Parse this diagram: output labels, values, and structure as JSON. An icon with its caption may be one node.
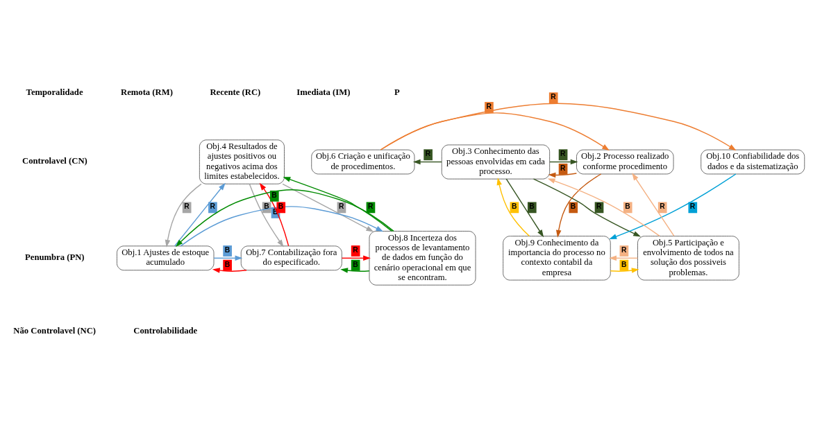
{
  "diagram": {
    "nodes": [
      {
        "text": [
          "Obj.4 Resultados de ajustes positivos ou negativos acima dos limites estabelecidos."
        ]
      },
      {
        "text": [
          "Obj.3 Conhecimento das pessoas envolvidas em cada processo."
        ]
      },
      {
        "text": [
          "Obj.2 Processo realizado conforme procedimento"
        ]
      },
      {
        "text": [
          "Obj.6 Criação e unificação de procedimentos."
        ]
      },
      {
        "text": [
          "Obj.10 Confiabilidade dos dados e da sistematização"
        ]
      },
      {
        "text": [
          "Obj.1 Ajustes de estoque acumulado"
        ]
      },
      {
        "text": [
          "Obj.7 Contabilização fora do especificado."
        ]
      },
      {
        "text": [
          "Obj.9 Conhecimento da importancia do processo no contexto contabil da empresa"
        ]
      },
      {
        "text": [
          "Obj.5 Participação e envolvimento de todos na solução dos possiveis problemas."
        ]
      },
      {
        "text": [
          "Obj.8 Incerteza dos processos de levantamento de dados em função do cenário operacional em que se encontram."
        ]
      }
    ],
    "edges": [
      {
        "from": 0,
        "to": 5,
        "arrow": "to",
        "label": "R",
        "color": "#a6a6a6"
      },
      {
        "from": 0,
        "to": 6,
        "arrow": "to",
        "label": "B",
        "color": "#a6a6a6"
      },
      {
        "from": 0,
        "to": 9,
        "arrow": "to",
        "label": "R",
        "color": "#a6a6a6"
      },
      {
        "from": 5,
        "to": 0,
        "arrow": "to",
        "label": "R",
        "color": "#5b9bd5"
      },
      {
        "from": 5,
        "to": 6,
        "arrow": "to",
        "label": "B",
        "color": "#5b9bd5"
      },
      {
        "from": 5,
        "to": 9,
        "arrow": "to",
        "label": "B",
        "color": "#5b9bd5"
      },
      {
        "from": 6,
        "to": 0,
        "arrow": "to",
        "label": "B",
        "color": "#ff0000"
      },
      {
        "from": 6,
        "to": 5,
        "arrow": "to",
        "label": "B",
        "color": "#ff0000"
      },
      {
        "from": 6,
        "to": 9,
        "arrow": "to",
        "label": "R",
        "color": "#ff0000"
      },
      {
        "from": 9,
        "to": 0,
        "arrow": "to",
        "label": "R",
        "color": "#008a00"
      },
      {
        "from": 9,
        "to": 5,
        "arrow": "to",
        "label": "B",
        "color": "#008a00"
      },
      {
        "from": 9,
        "to": 6,
        "arrow": "to",
        "label": "B",
        "color": "#008a00"
      },
      {
        "from": 1,
        "to": 3,
        "arrow": "to",
        "label": "R",
        "color": "#375623"
      },
      {
        "from": 1,
        "to": 7,
        "arrow": "to",
        "label": "B",
        "color": "#375623"
      },
      {
        "from": 1,
        "to": 8,
        "arrow": "to",
        "label": "R",
        "color": "#375623"
      },
      {
        "from": 1,
        "to": 2,
        "arrow": "to",
        "label": "R",
        "color": "#375623"
      },
      {
        "from": 3,
        "to": 2,
        "arrow": "to",
        "label": "R",
        "color": "#ed7d31"
      },
      {
        "from": 3,
        "to": 4,
        "arrow": "to",
        "label": "R",
        "color": "#ed7d31"
      },
      {
        "from": 2,
        "to": 1,
        "arrow": "to",
        "label": "R",
        "color": "#c55a11"
      },
      {
        "from": 2,
        "to": 7,
        "arrow": "to",
        "label": "B",
        "color": "#c55a11"
      },
      {
        "from": 8,
        "to": 1,
        "arrow": "to",
        "label": "B",
        "color": "#f4b183"
      },
      {
        "from": 8,
        "to": 7,
        "arrow": "to",
        "label": "R",
        "color": "#f4b183"
      },
      {
        "from": 8,
        "to": 2,
        "arrow": "to",
        "label": "R",
        "color": "#f4b183"
      },
      {
        "from": 7,
        "to": 1,
        "arrow": "to",
        "label": "B",
        "color": "#ffc000"
      },
      {
        "from": 7,
        "to": 8,
        "arrow": "to",
        "label": "B",
        "color": "#ffc000"
      },
      {
        "from": 4,
        "to": 7,
        "arrow": "to",
        "label": "R",
        "color": "#00a0d6"
      }
    ],
    "labels": [
      "Temporalidade",
      "P",
      "Remota (RM)",
      "Recente (RC)",
      "Imediata (IM)",
      "Controlavel (CN)",
      "Penumbra (PN)",
      "Controlabilidade",
      "Não Controlavel (NC)"
    ]
  }
}
